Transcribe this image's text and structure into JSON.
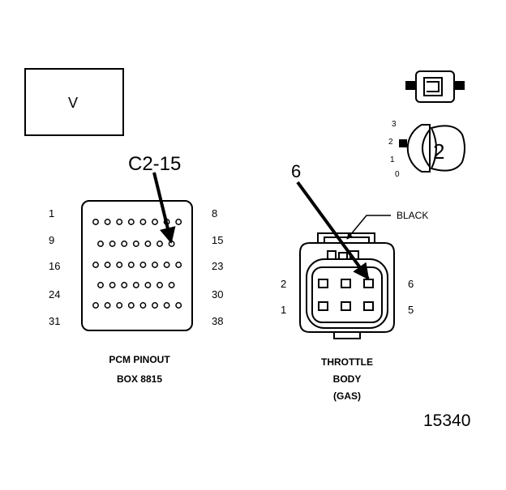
{
  "view_box_label": "V",
  "pcm": {
    "callout": "C2-15",
    "pin_labels_left": [
      "1",
      "9",
      "16",
      "24",
      "31"
    ],
    "pin_labels_right": [
      "8",
      "15",
      "23",
      "30",
      "38"
    ],
    "caption_line1": "PCM PINOUT",
    "caption_line2": "BOX 8815"
  },
  "throttle": {
    "callout": "6",
    "color_label": "BLACK",
    "pin_labels_left": [
      "2",
      "1"
    ],
    "pin_labels_right": [
      "6",
      "5"
    ],
    "caption_line1": "THROTTLE",
    "caption_line2": "BODY",
    "caption_line3": "(GAS)"
  },
  "lock_position": {
    "scale_labels": [
      "3",
      "2",
      "1",
      "0"
    ],
    "value": "2"
  },
  "figure_number": "15340"
}
